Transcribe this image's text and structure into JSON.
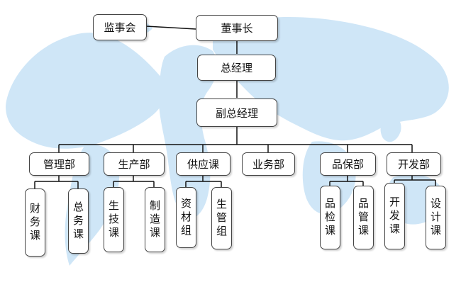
{
  "chart": {
    "supervisory": "监事会",
    "chairman": "董事长",
    "general_manager": "总经理",
    "deputy_gm": "副总经理",
    "departments": [
      {
        "name": "管理部",
        "units": [
          "财务课",
          "总务课"
        ]
      },
      {
        "name": "生产部",
        "units": [
          "生技课",
          "制造课"
        ]
      },
      {
        "name": "供应课",
        "units": [
          "资材组",
          "生管组"
        ]
      },
      {
        "name": "业务部",
        "units": []
      },
      {
        "name": "品保部",
        "units": [
          "品检课",
          "品管课"
        ]
      },
      {
        "name": "开发部",
        "units": [
          "开发课",
          "设计课"
        ]
      }
    ]
  },
  "colors": {
    "map": "#c9e3f6",
    "line": "#111111",
    "box_border": "#444444"
  }
}
